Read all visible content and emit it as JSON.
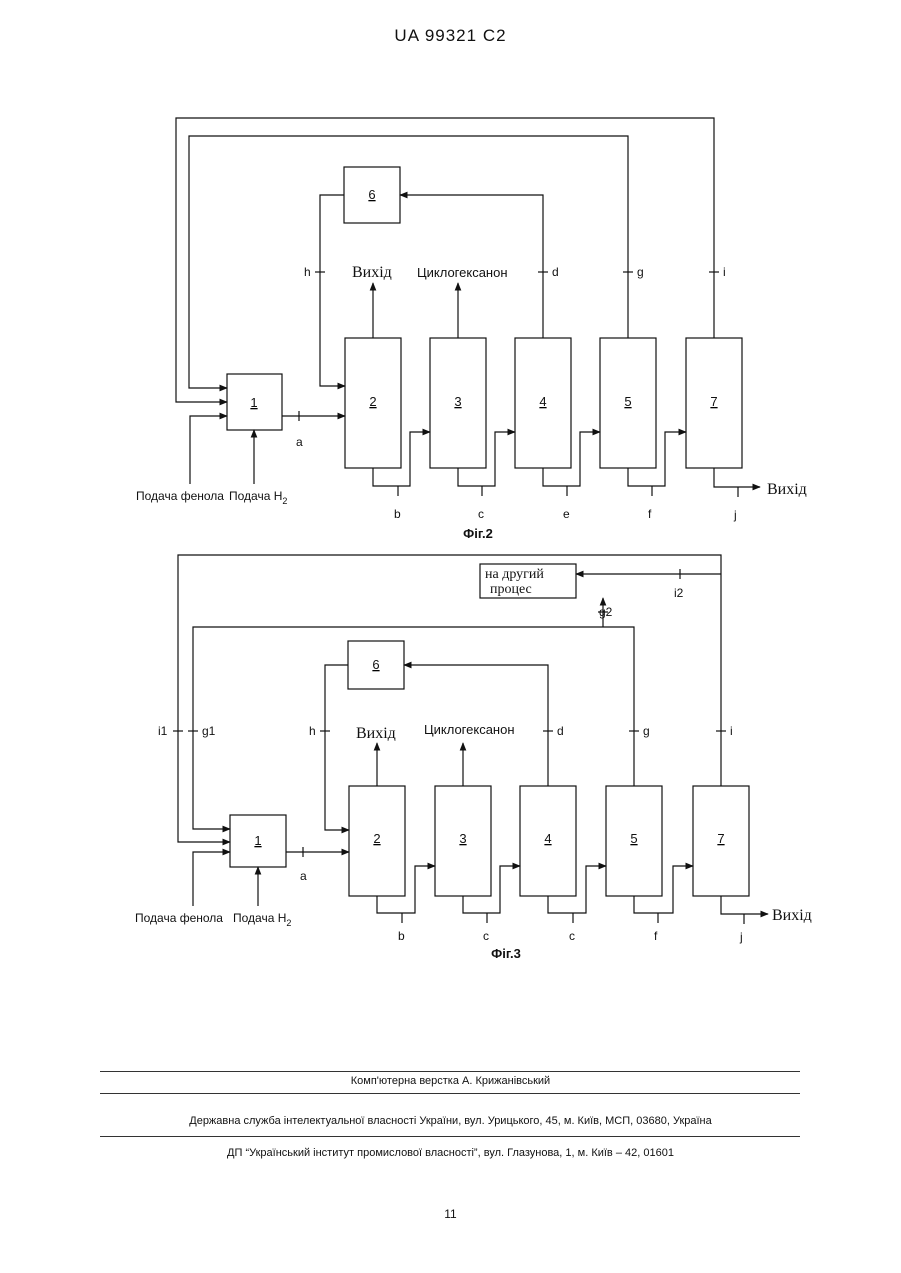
{
  "header": {
    "doc_id": "UA   99321   C2"
  },
  "fig2": {
    "caption": "Фіг.2",
    "units": {
      "u1": "1",
      "u2": "2",
      "u3": "3",
      "u4": "4",
      "u5": "5",
      "u6": "6",
      "u7": "7"
    },
    "streams": {
      "a": "a",
      "b": "b",
      "c": "c",
      "d": "d",
      "e": "e",
      "f": "f",
      "g": "g",
      "h": "h",
      "i": "i",
      "j": "j"
    },
    "labels": {
      "outlet_top": "Вихід",
      "cyclohexanone": "Циклогексанон",
      "outlet_right": "Вихід",
      "phenol_feed": "Подача фенола",
      "h2_feed": "Подача H",
      "h2_sub": "2"
    }
  },
  "fig3": {
    "caption": "Фіг.3",
    "units": {
      "u1": "1",
      "u2": "2",
      "u3": "3",
      "u4": "4",
      "u5": "5",
      "u6": "6",
      "u7": "7"
    },
    "streams": {
      "a": "a",
      "b": "b",
      "c1": "c",
      "c2": "c",
      "d": "d",
      "f": "f",
      "g": "g",
      "g1": "g1",
      "g2": "g2",
      "h": "h",
      "i": "i",
      "i1": "i1",
      "i2": "i2",
      "j": "j"
    },
    "labels": {
      "other_process_1": "на другий",
      "other_process_2": "процес",
      "outlet_top": "Вихід",
      "cyclohexanone": "Циклогексанон",
      "outlet_right": "Вихід",
      "phenol_feed": "Подача фенола",
      "h2_feed": "Подача H",
      "h2_sub": "2"
    }
  },
  "footer": {
    "layout": "Комп'ютерна верстка А. Крижанівський",
    "service": "Державна служба інтелектуальної власності України, вул. Урицького, 45, м. Київ, МСП, 03680, Україна",
    "institute": "ДП “Український інститут промислової власності”, вул. Глазунова, 1, м. Київ – 42, 01601",
    "page_number": "11"
  }
}
